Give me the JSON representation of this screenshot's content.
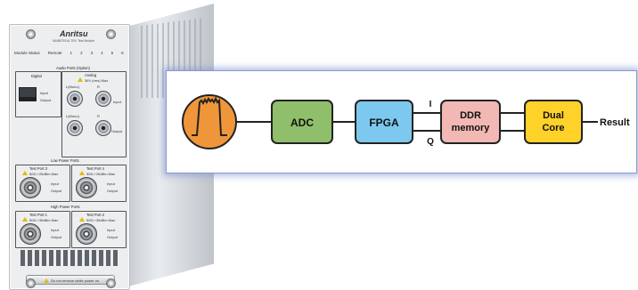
{
  "module": {
    "brand": "Anritsu",
    "model": "MU887001A TRX Test Module",
    "status_labels": [
      "Module Status",
      "Remote",
      "1",
      "2",
      "3",
      "4",
      "5",
      "6"
    ],
    "audio_ports_label": "Audio Ports (Option)",
    "digital_label": "Digital",
    "analog_label": "Analog",
    "analog_warning": "36V (rms) Max",
    "l_label": "L(Mono)",
    "r_label": "R",
    "input_label": "Input",
    "output_label": "Output",
    "low_power_ports_label": "Low Power Ports",
    "high_power_ports_label": "High Power Ports",
    "test_port_3": "Test Port 3",
    "test_port_4": "Test Port 4",
    "test_port_1": "Test Port 1",
    "test_port_2": "Test Port 2",
    "low_power_max": "50Ω,+26dBm Max",
    "high_power_max": "50Ω,+35dBm Max",
    "footer_warning": "Do not remove while power on"
  },
  "diagram": {
    "blocks": {
      "adc": "ADC",
      "fpga": "FPGA",
      "ddr_line1": "DDR",
      "ddr_line2": "memory",
      "core_line1": "Dual",
      "core_line2": "Core"
    },
    "iq": {
      "i": "I",
      "q": "Q"
    },
    "result": "Result",
    "colors": {
      "signal_source": "#f0963a",
      "adc": "#8fbf6a",
      "fpga": "#7cc8ef",
      "ddr": "#f2b8b4",
      "core": "#ffd22a",
      "border": "#222222"
    }
  }
}
